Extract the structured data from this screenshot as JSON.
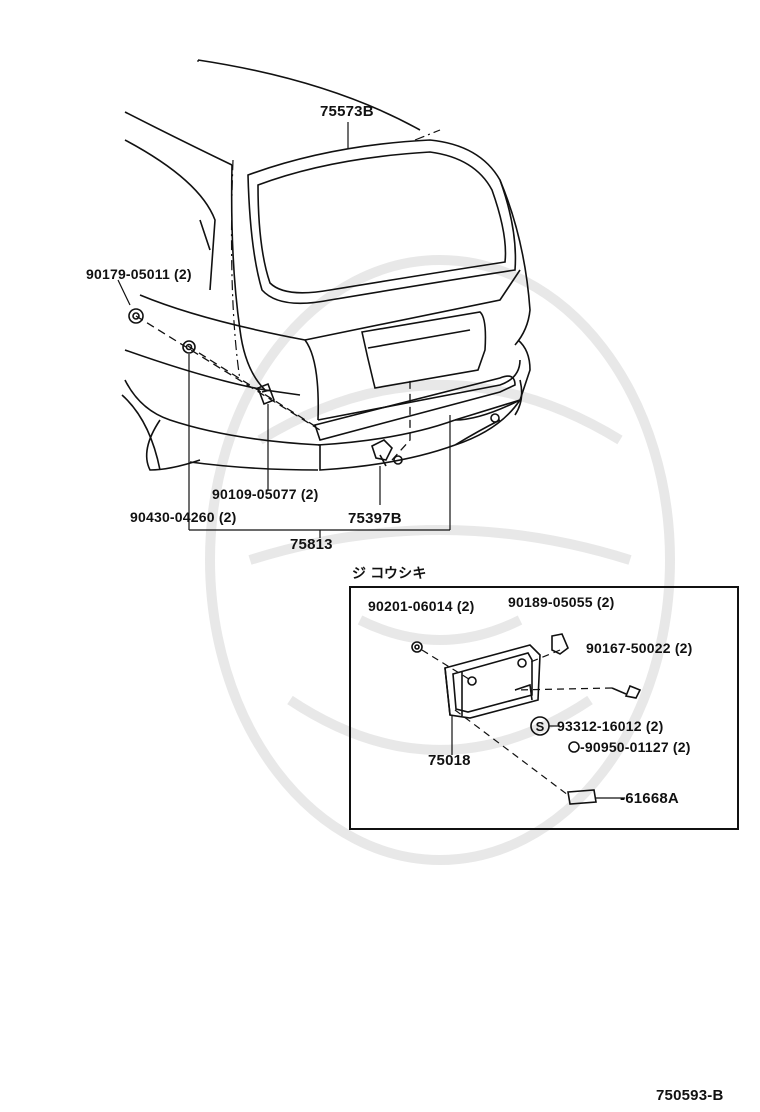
{
  "labels": {
    "p75573B": "75573B",
    "p90179": "90179-05011 (2)",
    "p90109": "90109-05077 (2)",
    "p90430": "90430-04260 (2)",
    "p75397B": "75397B",
    "p75813": "75813",
    "inset_caption": "ジ コウシキ",
    "p90201": "90201-06014 (2)",
    "p90189": "90189-05055 (2)",
    "p90167": "90167-50022 (2)",
    "p93312": "93312-16012 (2)",
    "p90950": "-90950-01127 (2)",
    "p75018": "75018",
    "p61668A": "-61668A",
    "s_mark": "S"
  },
  "footer": {
    "diagram_code": "750593-B"
  }
}
